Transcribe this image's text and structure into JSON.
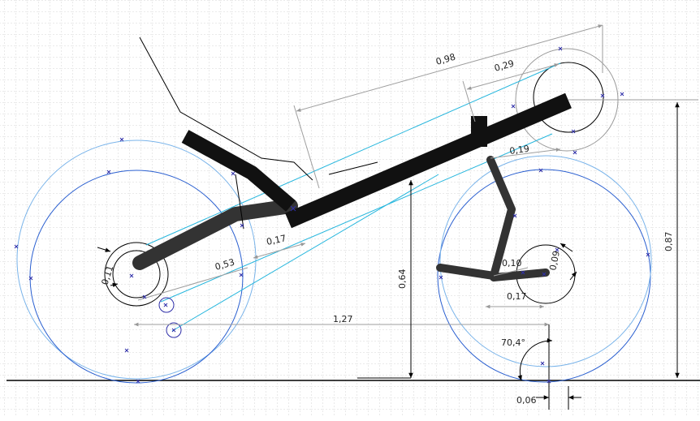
{
  "drawing": {
    "dimensions": [
      {
        "id": "dim-098",
        "label": "0,98"
      },
      {
        "id": "dim-029",
        "label": "0,29"
      },
      {
        "id": "dim-019",
        "label": "0,19"
      },
      {
        "id": "dim-011",
        "label": "0,11"
      },
      {
        "id": "dim-017-seat",
        "label": "0,17"
      },
      {
        "id": "dim-053",
        "label": "0,53"
      },
      {
        "id": "dim-064",
        "label": "0,64"
      },
      {
        "id": "dim-127",
        "label": "1,27"
      },
      {
        "id": "dim-010",
        "label": "0,10"
      },
      {
        "id": "dim-009",
        "label": "0,09"
      },
      {
        "id": "dim-017-front",
        "label": "0,17"
      },
      {
        "id": "dim-087",
        "label": "0,87"
      },
      {
        "id": "dim-006",
        "label": "0,06"
      },
      {
        "id": "angle-704",
        "label": "70,4°"
      }
    ]
  },
  "colors": {
    "grid": "#c8c8c8",
    "frame": "#111111",
    "frame_gray": "#333333",
    "wheel_dark": "#2a5fd0",
    "wheel_light": "#6aa8e8",
    "chain": "#25b6dd",
    "dimension": "#9e9e9e",
    "marker": "#2e2ea8",
    "ground": "#000000"
  }
}
